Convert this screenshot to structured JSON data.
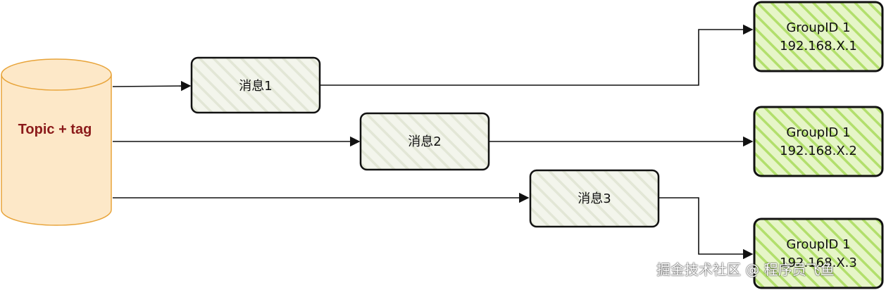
{
  "colors": {
    "topic_fill": "#fde8c8",
    "topic_stroke": "#e8a43a",
    "topic_text": "#8b1a1a",
    "message_fill": "#f3f5ec",
    "message_hatch": "#e2e6d6",
    "group_fill": "#e6f5c8",
    "group_hatch": "#b2df6c",
    "stroke": "#111111"
  },
  "topic": {
    "label": "Topic + tag"
  },
  "messages": [
    {
      "label": "消息1"
    },
    {
      "label": "消息2"
    },
    {
      "label": "消息3"
    }
  ],
  "groups": [
    {
      "line1": "GroupID 1",
      "line2": "192.168.X.1"
    },
    {
      "line1": "GroupID 1",
      "line2": "192.168.X.2"
    },
    {
      "line1": "GroupID 1",
      "line2": "192.168.X.3"
    }
  ],
  "watermark": "掘金技术社区 @ 程序员飞鱼"
}
